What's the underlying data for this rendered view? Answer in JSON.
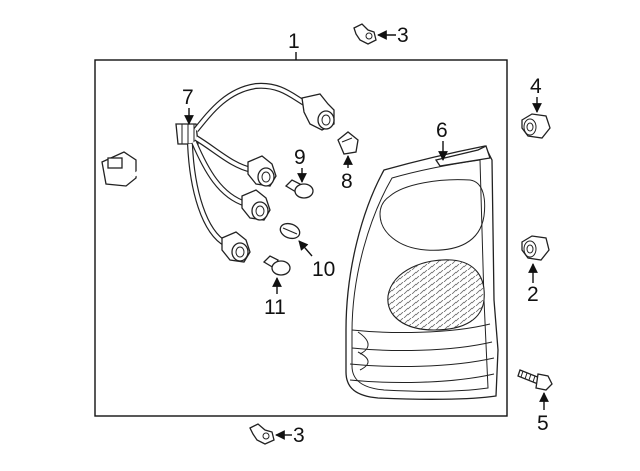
{
  "callouts": {
    "c1": "1",
    "c2": "2",
    "c3_top": "3",
    "c3_bottom": "3",
    "c4": "4",
    "c5": "5",
    "c6": "6",
    "c7": "7",
    "c8": "8",
    "c9": "9",
    "c10": "10",
    "c11": "11"
  }
}
